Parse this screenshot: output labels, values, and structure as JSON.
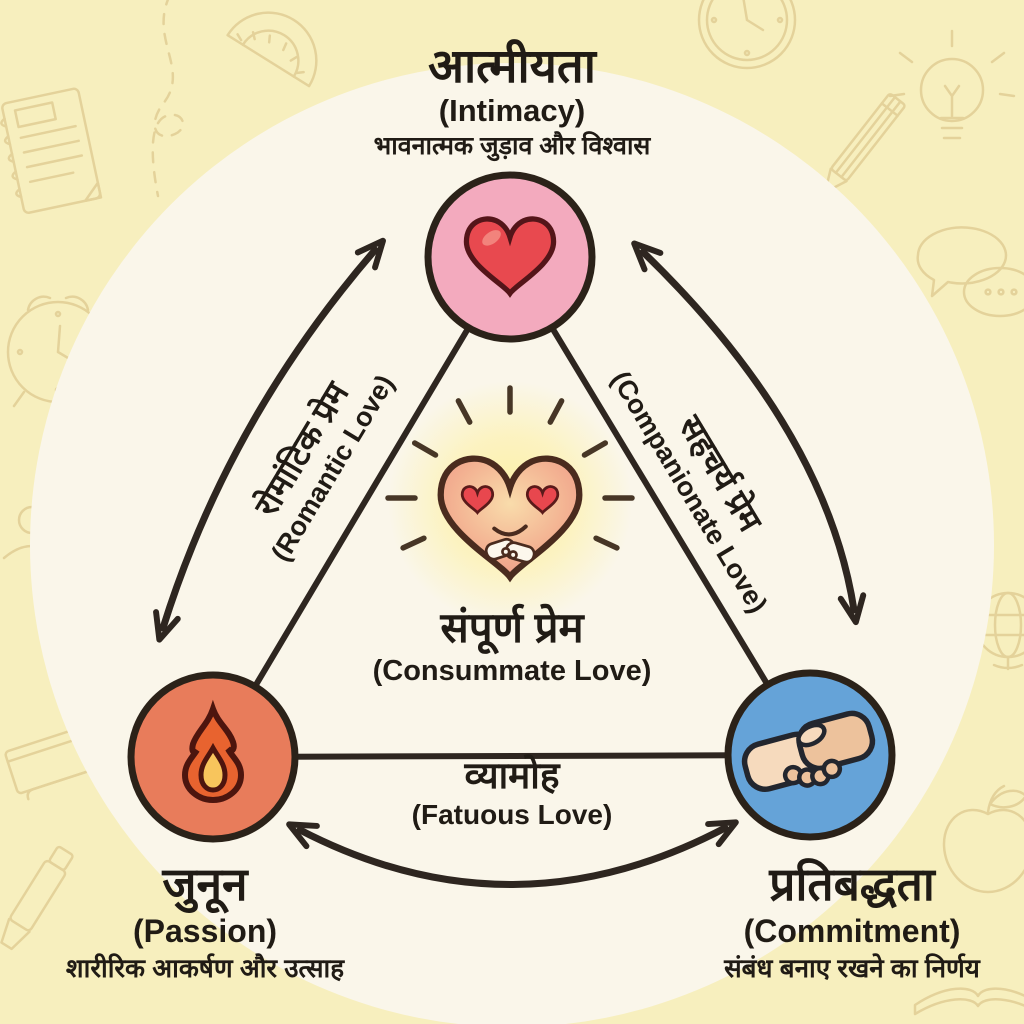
{
  "diagram_title": "Triangular Theory of Love (Hindi infographic)",
  "nodes": {
    "intimacy": {
      "title_hi": "आत्मीयता",
      "title_en": "(Intimacy)",
      "description": "भावनात्मक जुड़ाव और विश्वास",
      "icon": "heart-icon",
      "circle_color": "#f3aabe"
    },
    "passion": {
      "title_hi": "जुनून",
      "title_en": "(Passion)",
      "description": "शारीरिक आकर्षण और उत्साह",
      "icon": "flame-icon",
      "circle_color": "#e87c5b"
    },
    "commitment": {
      "title_hi": "प्रतिबद्धता",
      "title_en": "(Commitment)",
      "description": "संबंध बनाए रखने का निर्णय",
      "icon": "handshake-icon",
      "circle_color": "#65a3d8"
    }
  },
  "center": {
    "title_hi": "संपूर्ण प्रेम",
    "title_en": "(Consummate Love)",
    "icon": "smiling-heart-handshake-icon"
  },
  "connections": [
    {
      "label_hi": "रोमांटिक प्रेम",
      "label_en": "(Romantic Love)",
      "between": [
        "intimacy",
        "passion"
      ],
      "arrow": "double-headed-curved"
    },
    {
      "label_hi": "सहचर्य प्रेम",
      "label_en": "(Companionate Love)",
      "between": [
        "intimacy",
        "commitment"
      ],
      "arrow": "double-headed-curved"
    },
    {
      "label_hi": "व्यामोह",
      "label_en": "(Fatuous Love)",
      "between": [
        "passion",
        "commitment"
      ],
      "arrow": "double-headed-curved"
    }
  ],
  "colors": {
    "background": "#f7efbe",
    "canvas_circle": "#faf6ea",
    "intimacy_pink": "#f3aabe",
    "passion_orange": "#e87c5b",
    "commitment_blue": "#65a3d8",
    "heart_red": "#e8494f",
    "flame_orange": "#e8632f",
    "flame_yellow": "#f8c55c",
    "glow_yellow": "#fdf0a0",
    "line_dark": "#2e2620",
    "text_dark": "#201b15",
    "doodle_tan": "#dfcb92"
  }
}
